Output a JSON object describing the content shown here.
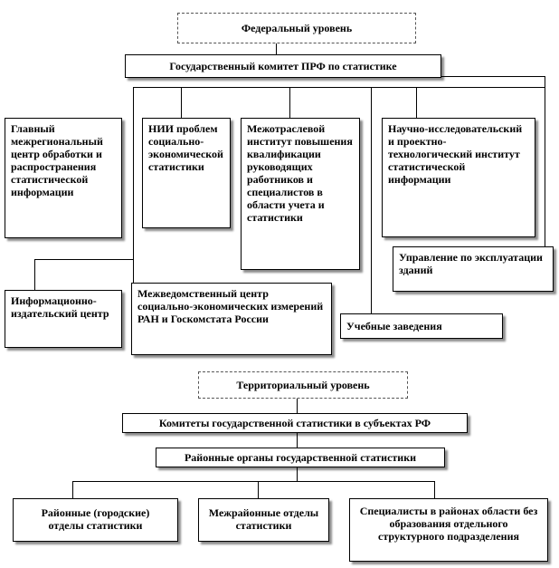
{
  "federal": {
    "level_title": "Федеральный уровень",
    "committee": "Государственный комитет ПРФ по статистике",
    "nodes": {
      "main_center": "Главный межрегиональный центр обработки и распространения статистической информации",
      "nii": "НИИ проблем социально-экономической статистики",
      "institute_training": "Межотраслевой институт повышения квалификации руководящих работников и специалистов в области учета и статистики",
      "research_institute": "Научно-исследовательский и проектно-технологический институт статистической информации",
      "building_management": "Управление по эксплуатации зданий",
      "publishing_center": "Информационно-издательский центр",
      "interdept_center": "Межведомственный центр социально-экономических измерений РАН и Госкомстата России",
      "education": "Учебные заведения"
    }
  },
  "territorial": {
    "level_title": "Территориальный уровень",
    "committees": "Комитеты государственной статистики в субъектах РФ",
    "district_bodies": "Районные органы государственной статистики",
    "nodes": {
      "district_departments": "Районные (городские) отделы статистики",
      "interdistrict_departments": "Межрайонные отделы статистики",
      "specialists": "Специалисты в районах области без образования отдельного структурного подразделения"
    }
  }
}
